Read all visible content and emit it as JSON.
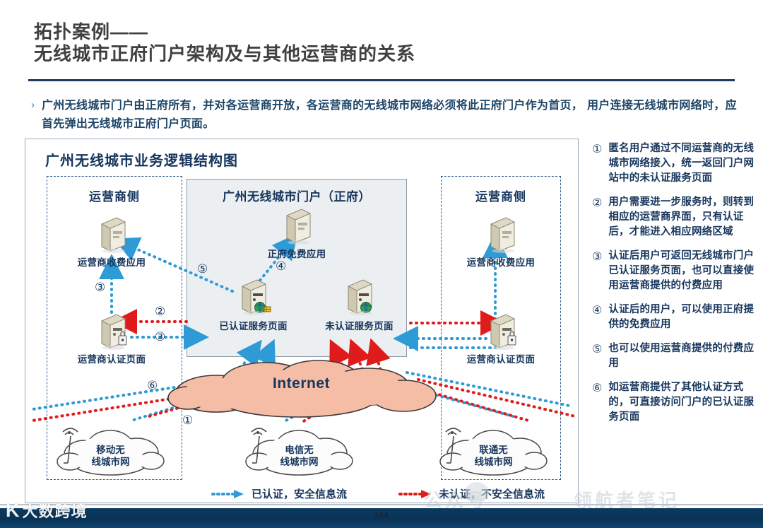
{
  "title": {
    "line1": "拓扑案例——",
    "line2": "无线城市正府门户架构及与其他运营商的关系"
  },
  "bullet": {
    "marker": "›",
    "text": "广州无线城市门户由正府所有，并对各运营商开放，各运营商的无线城市网络必须将此正府门户作为首页， 用户连接无线城市网络时，应首先弹出无线城市正府门户页面。"
  },
  "diagram": {
    "title": "广州无线城市业务逻辑结构图",
    "operator_left": {
      "title": "运营商侧",
      "node_top": "运营商收费应用",
      "node_bottom": "运营商认证页面"
    },
    "operator_right": {
      "title": "运营商侧",
      "node_top": "运营商收费应用",
      "node_bottom": "运营商认证页面"
    },
    "portal": {
      "title": "广州无线城市门户（正府）",
      "node_top": "正府免费应用",
      "node_left": "已认证服务页面",
      "node_right": "未认证服务页面"
    },
    "internet_label": "Internet",
    "access_clouds": [
      {
        "line1": "移动无",
        "line2": "线城市网"
      },
      {
        "line1": "电信无",
        "line2": "线城市网"
      },
      {
        "line1": "联通无",
        "line2": "线城市网"
      }
    ],
    "steps": {
      "s1": "①",
      "s2": "②",
      "s3a": "③",
      "s3b": "③",
      "s4": "④",
      "s5": "⑤",
      "s6": "⑥"
    }
  },
  "legend": {
    "secure_label": "已认证，安全信息流",
    "insecure_label": "未认证，不安全信息流",
    "secure_color": "#2e9bd6",
    "insecure_color": "#e01b1b"
  },
  "notes": [
    {
      "num": "①",
      "text": "匿名用户通过不同运营商的无线城市网络接入，统一返回门户网站中的未认证服务页面"
    },
    {
      "num": "②",
      "text": "用户需要进一步服务时，则转到相应的运营商界面，只有认证后，才能进入相应网络区域"
    },
    {
      "num": "③",
      "text": "认证后用户可返回无线城市门户已认证服务页面，也可以直接使用运营商提供的付费应用"
    },
    {
      "num": "④",
      "text": "认证后的用户，可以使用正府提供的免费应用"
    },
    {
      "num": "⑤",
      "text": "也可以使用运营商提供的付费应用"
    },
    {
      "num": "⑥",
      "text": "如运营商提供了其他认证方式的，可直接访问门户的已认证服务页面"
    }
  ],
  "footer": {
    "page_number": "164"
  },
  "watermarks": {
    "logo_mark": "K",
    "logo_text": "大数跨境",
    "center_text": "公众号",
    "right_text": "领航者笔记"
  },
  "colors": {
    "title_gray": "#404040",
    "navy": "#17365d",
    "rule_navy": "#1f3b5c",
    "blue_flow": "#2e9bd6",
    "red_flow": "#e01b1b",
    "internet_cloud": "#f6bda6",
    "portal_bg": "#eceff1"
  }
}
